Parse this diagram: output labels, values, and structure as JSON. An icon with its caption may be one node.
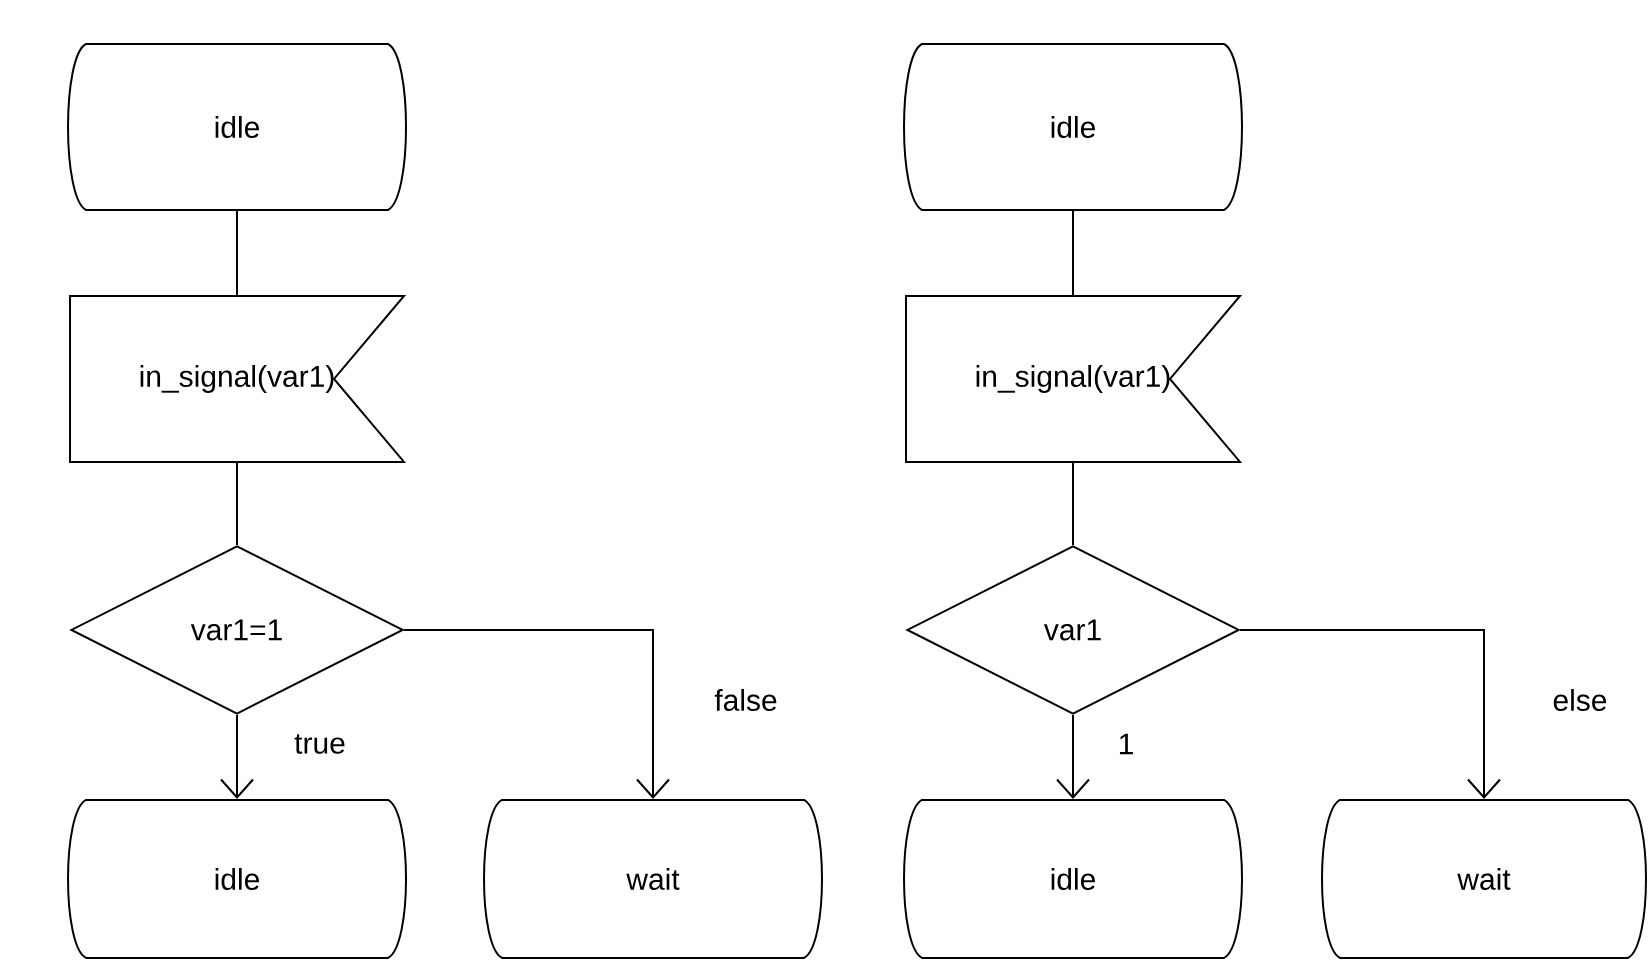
{
  "diagram": {
    "nodes": [
      {
        "text": [
          "idle"
        ]
      },
      {
        "text": [
          "in_signal(var1)"
        ]
      },
      {
        "text": [
          "var1=1"
        ]
      },
      {
        "text": [
          "idle"
        ]
      },
      {
        "text": [
          "wait"
        ]
      },
      {
        "text": [
          "idle"
        ]
      },
      {
        "text": [
          "in_signal(var1)"
        ]
      },
      {
        "text": [
          "var1"
        ]
      },
      {
        "text": [
          "idle"
        ]
      },
      {
        "text": [
          "wait"
        ]
      }
    ],
    "edges": [
      {
        "from": 0,
        "to": 1,
        "arrow": "none"
      },
      {
        "from": 1,
        "to": 2,
        "arrow": "none"
      },
      {
        "from": 2,
        "to": 3,
        "arrow": "to",
        "label": "true"
      },
      {
        "from": 2,
        "to": 4,
        "arrow": "to",
        "label": "false"
      },
      {
        "from": 5,
        "to": 6,
        "arrow": "none"
      },
      {
        "from": 6,
        "to": 7,
        "arrow": "none"
      },
      {
        "from": 7,
        "to": 8,
        "arrow": "to",
        "label": "1"
      },
      {
        "from": 7,
        "to": 9,
        "arrow": "to",
        "label": "else"
      }
    ]
  }
}
